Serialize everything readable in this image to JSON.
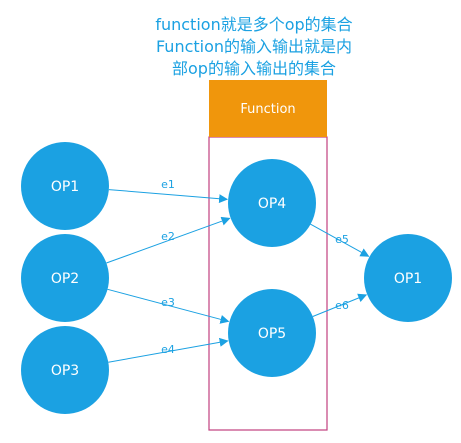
{
  "title_lines": [
    "function就是多个op的集合",
    "Function的输入输出就是内",
    "部op的输入输出的集合"
  ],
  "function_label": "Function",
  "colors": {
    "title": "#1ba1e2",
    "node": "#1ba1e2",
    "node_text": "#ffffff",
    "function_box": "#f0960c",
    "function_text": "#ffffff",
    "container_border": "#c2407f",
    "edge": "#1ba1e2",
    "edge_label": "#1ba1e2"
  },
  "nodes": [
    {
      "id": "op1-left",
      "label": "OP1"
    },
    {
      "id": "op2",
      "label": "OP2"
    },
    {
      "id": "op3",
      "label": "OP3"
    },
    {
      "id": "op4",
      "label": "OP4"
    },
    {
      "id": "op5",
      "label": "OP5"
    },
    {
      "id": "op1-right",
      "label": "OP1"
    }
  ],
  "edges": [
    {
      "label": "e1",
      "from": "op1-left",
      "to": "op4"
    },
    {
      "label": "e2",
      "from": "op2",
      "to": "op4"
    },
    {
      "label": "e3",
      "from": "op2",
      "to": "op5"
    },
    {
      "label": "e4",
      "from": "op3",
      "to": "op5"
    },
    {
      "label": "e5",
      "from": "op4",
      "to": "op1-right"
    },
    {
      "label": "e6",
      "from": "op5",
      "to": "op1-right"
    }
  ]
}
